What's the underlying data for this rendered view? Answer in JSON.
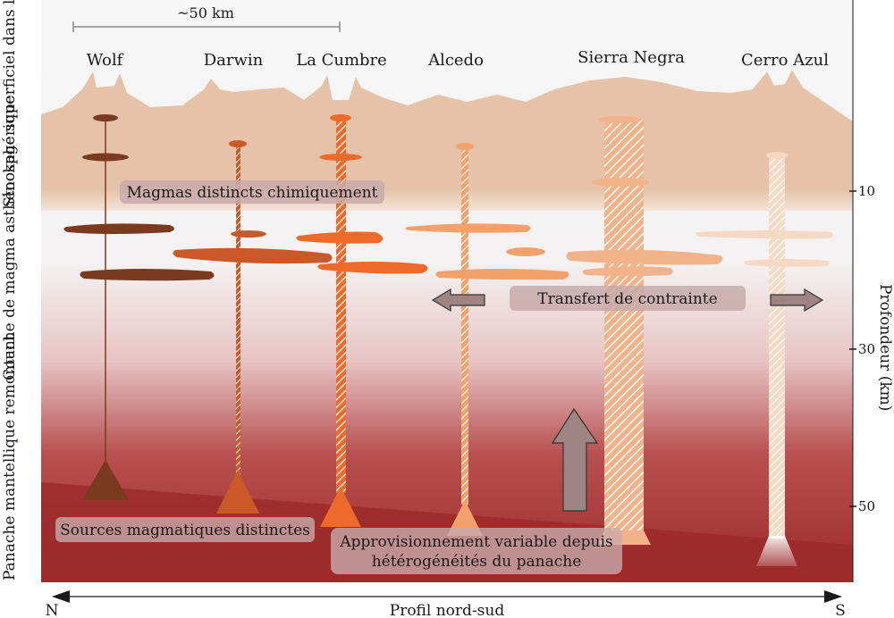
{
  "scale_bar": {
    "label": "~50 km"
  },
  "volcanoes": [
    {
      "id": "wolf",
      "name": "Wolf"
    },
    {
      "id": "darwin",
      "name": "Darwin"
    },
    {
      "id": "la-cumbre",
      "name": "La Cumbre"
    },
    {
      "id": "alcedo",
      "name": "Alcedo"
    },
    {
      "id": "sierra-negra",
      "name": "Sierra Negra"
    },
    {
      "id": "cerro-azul",
      "name": "Cerro Azul"
    }
  ],
  "layers": {
    "crust": "Stockage superficiel dans la croûte",
    "asthenosphere": "Couche de magma asthénosphérique",
    "plume": "Panache mantellique remontant"
  },
  "annotations": {
    "chem": "Magmas distincts chimiquement",
    "stress": "Transfert de contrainte",
    "sources": "Sources magmatiques distinctes",
    "supply_line1": "Approvisionnement variable depuis",
    "supply_line2": "hétérogénéités du panache"
  },
  "depth_axis": {
    "label": "Profondeur (km)",
    "ticks": [
      "10",
      "30",
      "50"
    ]
  },
  "profile": {
    "label": "Profil nord-sud",
    "north": "N",
    "south": "S"
  },
  "colors": {
    "crust": "#e6c3a8",
    "plume": "#9e2a2a",
    "wolf": "#7a3a1e",
    "darwin": "#c95a28",
    "la_cumbre": "#ee6a2a",
    "alcedo": "#f4a06a",
    "sierra_negra": "#f2b28a",
    "cerro_azul": "#f6d9c4",
    "label_box": "#c8aaaa",
    "arrow": "#a08484"
  }
}
